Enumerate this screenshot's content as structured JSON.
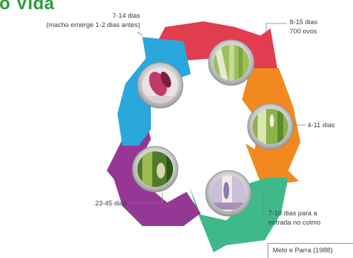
{
  "title": "o Vida",
  "stages": [
    {
      "label_lines": [
        "8-15 dias",
        "700 ovos"
      ],
      "color": "#e23c4f",
      "photo": "eggs on sugarcane stalk"
    },
    {
      "label_lines": [
        "4-11 dias"
      ],
      "color": "#f2891f",
      "photo": "young larva on leaf"
    },
    {
      "label_lines": [
        "7-10 dias para a",
        "entrada no colmo"
      ],
      "color": "#3fb98c",
      "photo": "larva inside stalk"
    },
    {
      "label_lines": [
        "23-45 dias"
      ],
      "color": "#953895",
      "photo": "pupa in stalk"
    },
    {
      "label_lines": [
        "7-14 dias",
        "(macho emerge 1-2 dias antes)"
      ],
      "color": "#2aa7dc",
      "photo": "adult moth"
    }
  ],
  "source": "Melo e Parra (1988)"
}
